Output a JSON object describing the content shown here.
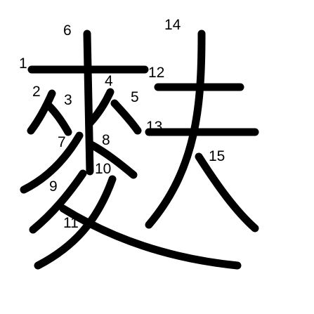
{
  "diagram": {
    "stroke_color": "#000000",
    "background": "#ffffff",
    "stroke_count": 15,
    "strokes": [
      {
        "order": "1"
      },
      {
        "order": "2"
      },
      {
        "order": "3"
      },
      {
        "order": "4"
      },
      {
        "order": "5"
      },
      {
        "order": "6"
      },
      {
        "order": "7"
      },
      {
        "order": "8"
      },
      {
        "order": "9"
      },
      {
        "order": "10"
      },
      {
        "order": "11"
      },
      {
        "order": "12"
      },
      {
        "order": "13"
      },
      {
        "order": "14"
      },
      {
        "order": "15"
      }
    ]
  }
}
